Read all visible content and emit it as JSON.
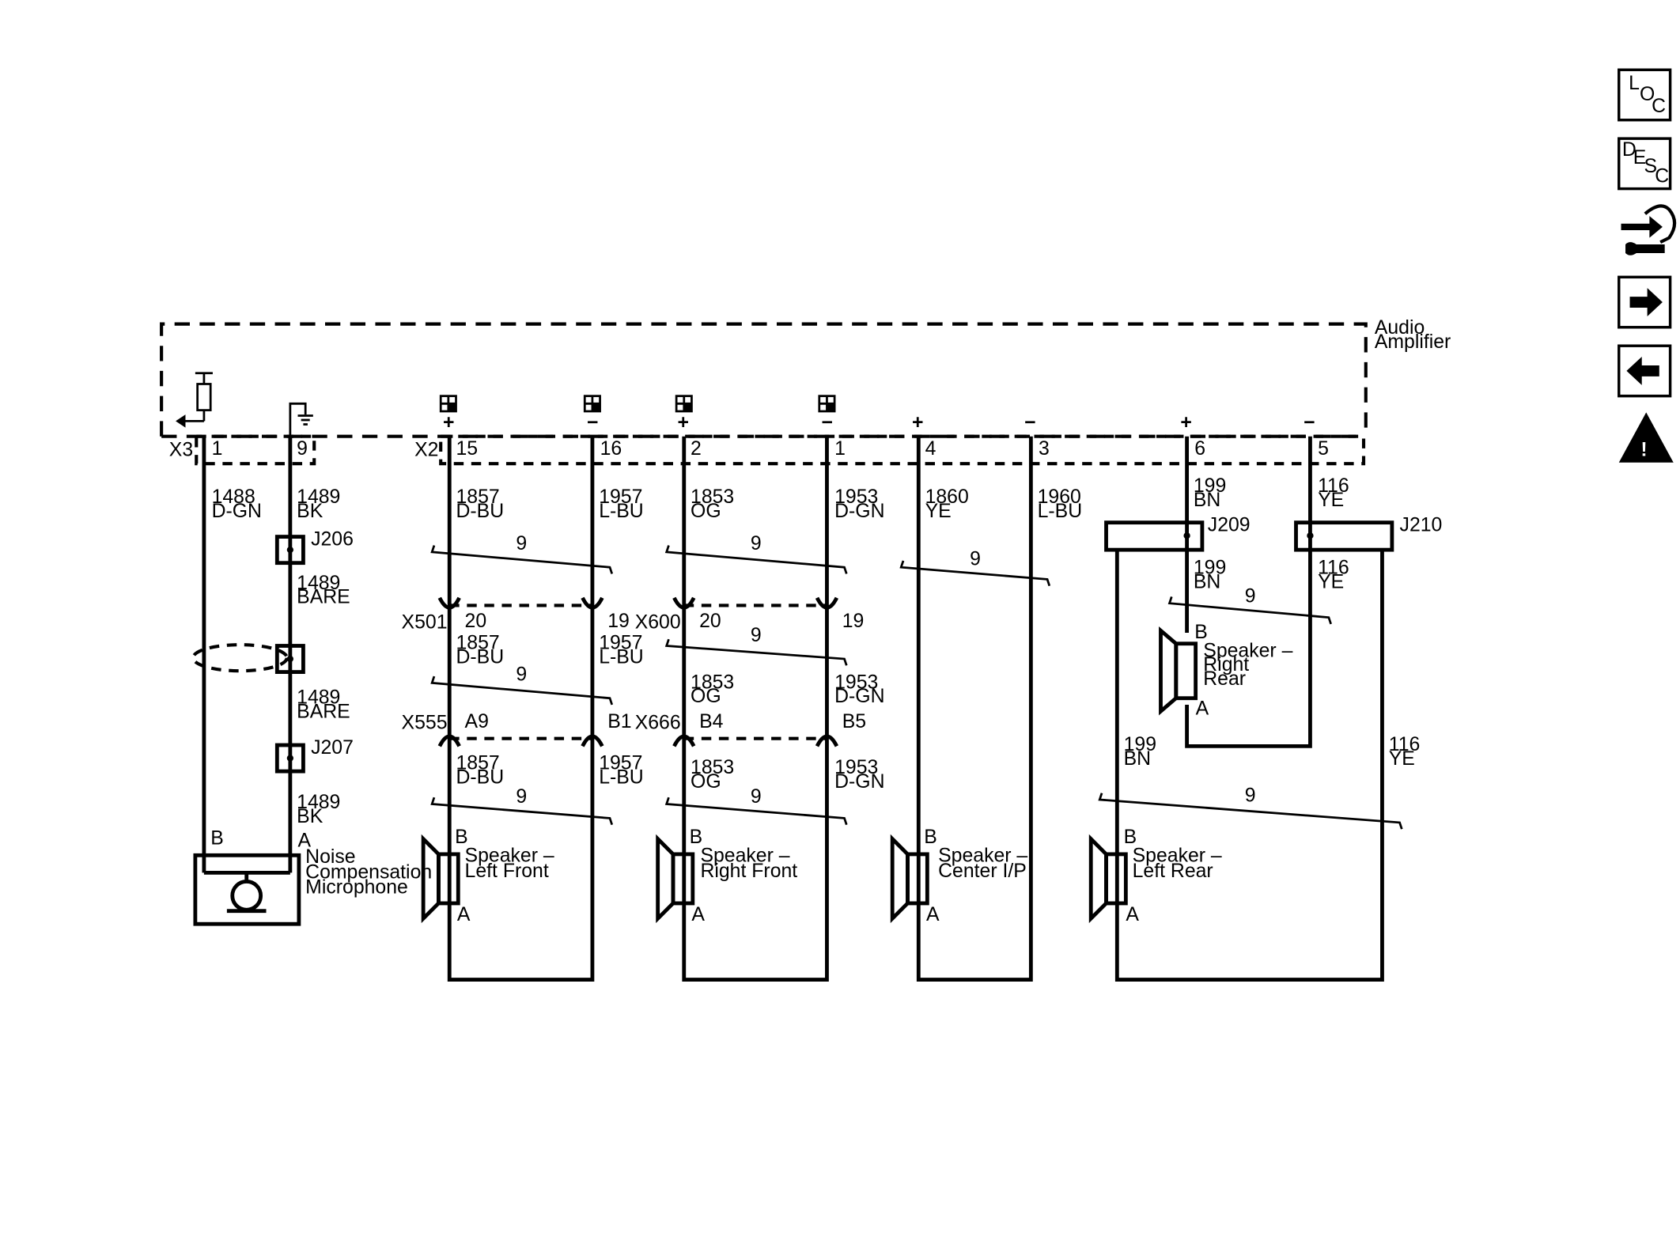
{
  "module": {
    "name_line1": "Audio",
    "name_line2": "Amplifier"
  },
  "connectors": {
    "x3": "X3",
    "x2": "X2",
    "x501": "X501",
    "x600": "X600",
    "x555": "X555",
    "x666": "X666",
    "j206": "J206",
    "j207": "J207",
    "j209": "J209",
    "j210": "J210"
  },
  "pins": {
    "x3_1": "1",
    "x3_9": "9",
    "x2_15": "15",
    "x2_16": "16",
    "x2_2": "2",
    "x2_1": "1",
    "x2_4": "4",
    "x2_3": "3",
    "x2_6": "6",
    "x2_5": "5",
    "x501_20": "20",
    "x501_19": "19",
    "x600_20": "20",
    "x600_19": "19",
    "x555_a9": "A9",
    "x555_b1": "B1",
    "x666_b4": "B4",
    "x666_b5": "B5",
    "mic_b": "B",
    "mic_a": "A",
    "lf_b": "B",
    "lf_a": "A",
    "rf_b": "B",
    "rf_a": "A",
    "c_b": "B",
    "c_a": "A",
    "lr_b": "B",
    "lr_a": "A",
    "rr_b": "B",
    "rr_a": "A"
  },
  "polarity": {
    "plus": "+",
    "minus": "−"
  },
  "wires": {
    "w1488": {
      "circuit": "1488",
      "color": "D-GN"
    },
    "w1489_bk": {
      "circuit": "1489",
      "color": "BK"
    },
    "w1489_bare": {
      "circuit": "1489",
      "color": "BARE"
    },
    "w1857": {
      "circuit": "1857",
      "color": "D-BU"
    },
    "w1957": {
      "circuit": "1957",
      "color": "L-BU"
    },
    "w1853": {
      "circuit": "1853",
      "color": "OG"
    },
    "w1953": {
      "circuit": "1953",
      "color": "D-GN"
    },
    "w1860": {
      "circuit": "1860",
      "color": "YE"
    },
    "w1960": {
      "circuit": "1960",
      "color": "L-BU"
    },
    "w199": {
      "circuit": "199",
      "color": "BN"
    },
    "w116": {
      "circuit": "116",
      "color": "YE"
    }
  },
  "twist": "9",
  "components": {
    "mic": {
      "line1": "Noise",
      "line2": "Compensation",
      "line3": "Microphone"
    },
    "lf": {
      "line1": "Speaker –",
      "line2": "Left Front"
    },
    "rf": {
      "line1": "Speaker –",
      "line2": "Right Front"
    },
    "center": {
      "line1": "Speaker –",
      "line2": "Center I/P"
    },
    "lr": {
      "line1": "Speaker –",
      "line2": "Left Rear"
    },
    "rr": {
      "line1": "Speaker –",
      "line2": "Right",
      "line3": "Rear"
    }
  },
  "nav": {
    "loc": {
      "icon": "loc-icon",
      "l1": "L",
      "l2": "O",
      "l3": "C"
    },
    "desc": {
      "icon": "desc-icon",
      "l1": "D",
      "l2": "E",
      "l3": "S",
      "l4": "C"
    },
    "connector_icon": "connector-end-view-icon",
    "next_icon": "arrow-right-icon",
    "prev_icon": "arrow-left-icon",
    "warning_icon": "warning-icon",
    "warning_mark": "!"
  }
}
